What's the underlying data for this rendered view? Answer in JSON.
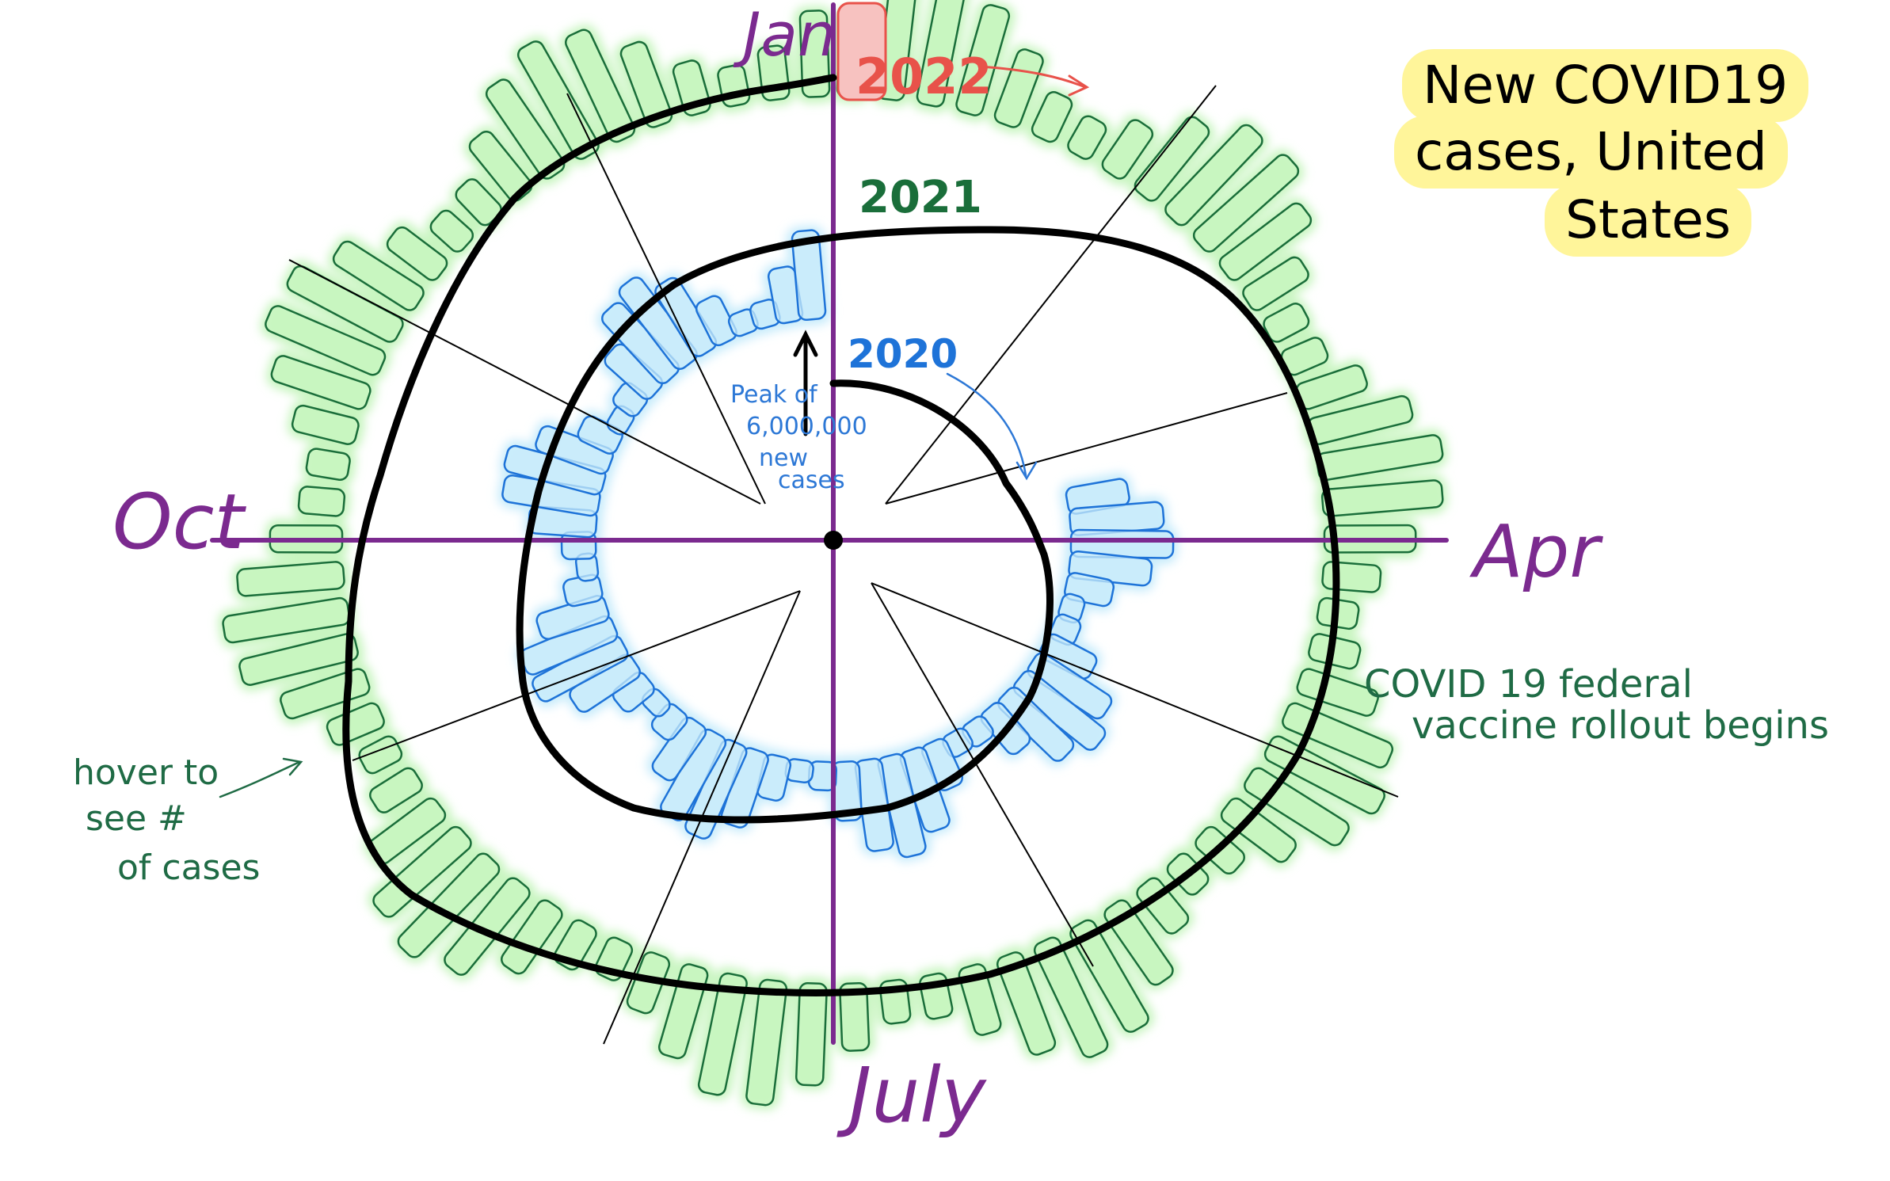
{
  "title": {
    "line1": "New COVID19",
    "line2": "cases, United",
    "line3": "States"
  },
  "axes": {
    "top": "Jan",
    "right": "Apr",
    "bottom": "July",
    "left": "Oct"
  },
  "years": {
    "y2020": "2020",
    "y2021": "2021",
    "y2022": "2022"
  },
  "annotations": {
    "peak_line1": "Peak of",
    "peak_line2": "6,000,000",
    "peak_line3": "new",
    "peak_line4": "cases",
    "vaccine_line1": "COVID 19 federal",
    "vaccine_line2": "vaccine rollout begins",
    "hover_line1": "hover to",
    "hover_line2": "see #",
    "hover_line3": "of cases"
  },
  "colors": {
    "axis": "#7b2a8f",
    "spiral": "#000000",
    "y2020": "#1e73d8",
    "y2021": "#1a6e3a",
    "y2022": "#e8524a",
    "green_fill": "#c8f5c0",
    "blue_fill": "#c9ecfb",
    "red_fill": "#f7c2c0",
    "note_green": "#1f6b45",
    "note_blue": "#2d78d6",
    "highlight": "#fff59a"
  }
}
